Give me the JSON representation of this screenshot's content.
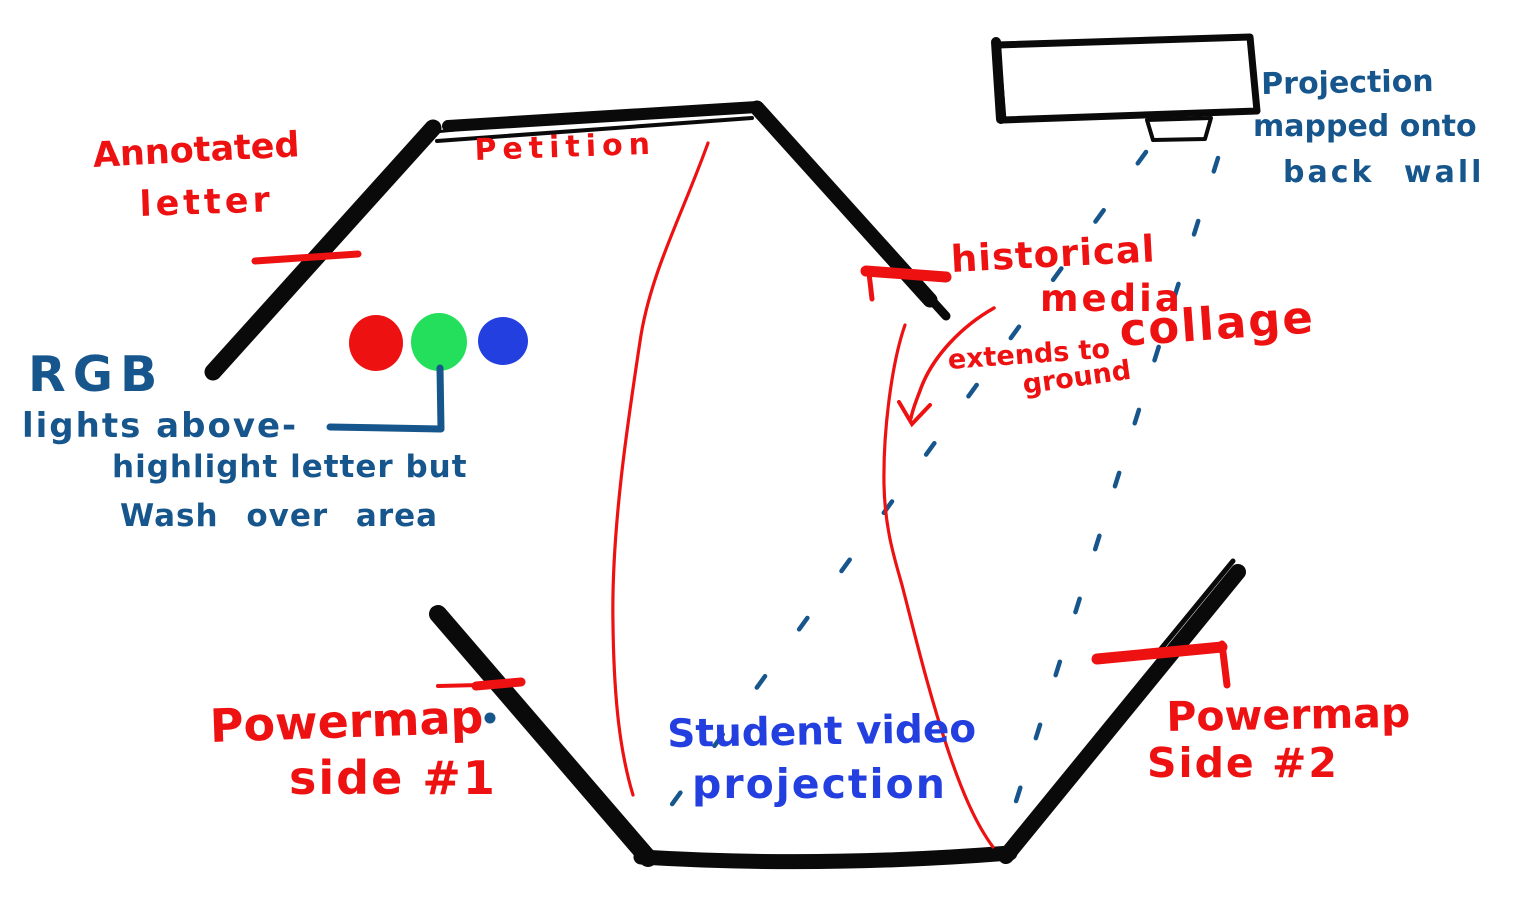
{
  "title": "installation sketch - hexagonal room plan",
  "colors": {
    "red": "#ee1111",
    "navy": "#17568c",
    "blue": "#243fdf",
    "green": "#23df5b",
    "ink": "#0a0a0a",
    "paper": "#ffffff"
  },
  "labels": {
    "annotated_letter": {
      "line1": "Annotated",
      "line2": "letter"
    },
    "petition": {
      "line1": "Petition"
    },
    "rgb_lights_note": {
      "line1": "RGB",
      "line2": "lights above-",
      "line3": "highlight letter but",
      "line4": "Wash over area"
    },
    "historical_media_collage": {
      "line1": "historical",
      "line2": "media",
      "line3": "collage"
    },
    "extends_to_ground": {
      "line1": "extends to",
      "line2": "ground"
    },
    "projection_back_wall": {
      "line1": "Projection",
      "line2": "mapped onto",
      "line3": "back wall"
    },
    "powermap_side_1": {
      "line1": "Powermap",
      "line2": "side #1"
    },
    "student_video_projection": {
      "line1": "Student video",
      "line2": "projection"
    },
    "powermap_side_2": {
      "line1": "Powermap",
      "line2": "Side #2"
    }
  },
  "icons": {
    "projector": "projector-box",
    "rgb_dots": [
      "red-light-dot",
      "green-light-dot",
      "blue-light-dot"
    ],
    "projection_lines": "dashed-projection-cone",
    "extend_arrow": "curved-down-arrow"
  }
}
